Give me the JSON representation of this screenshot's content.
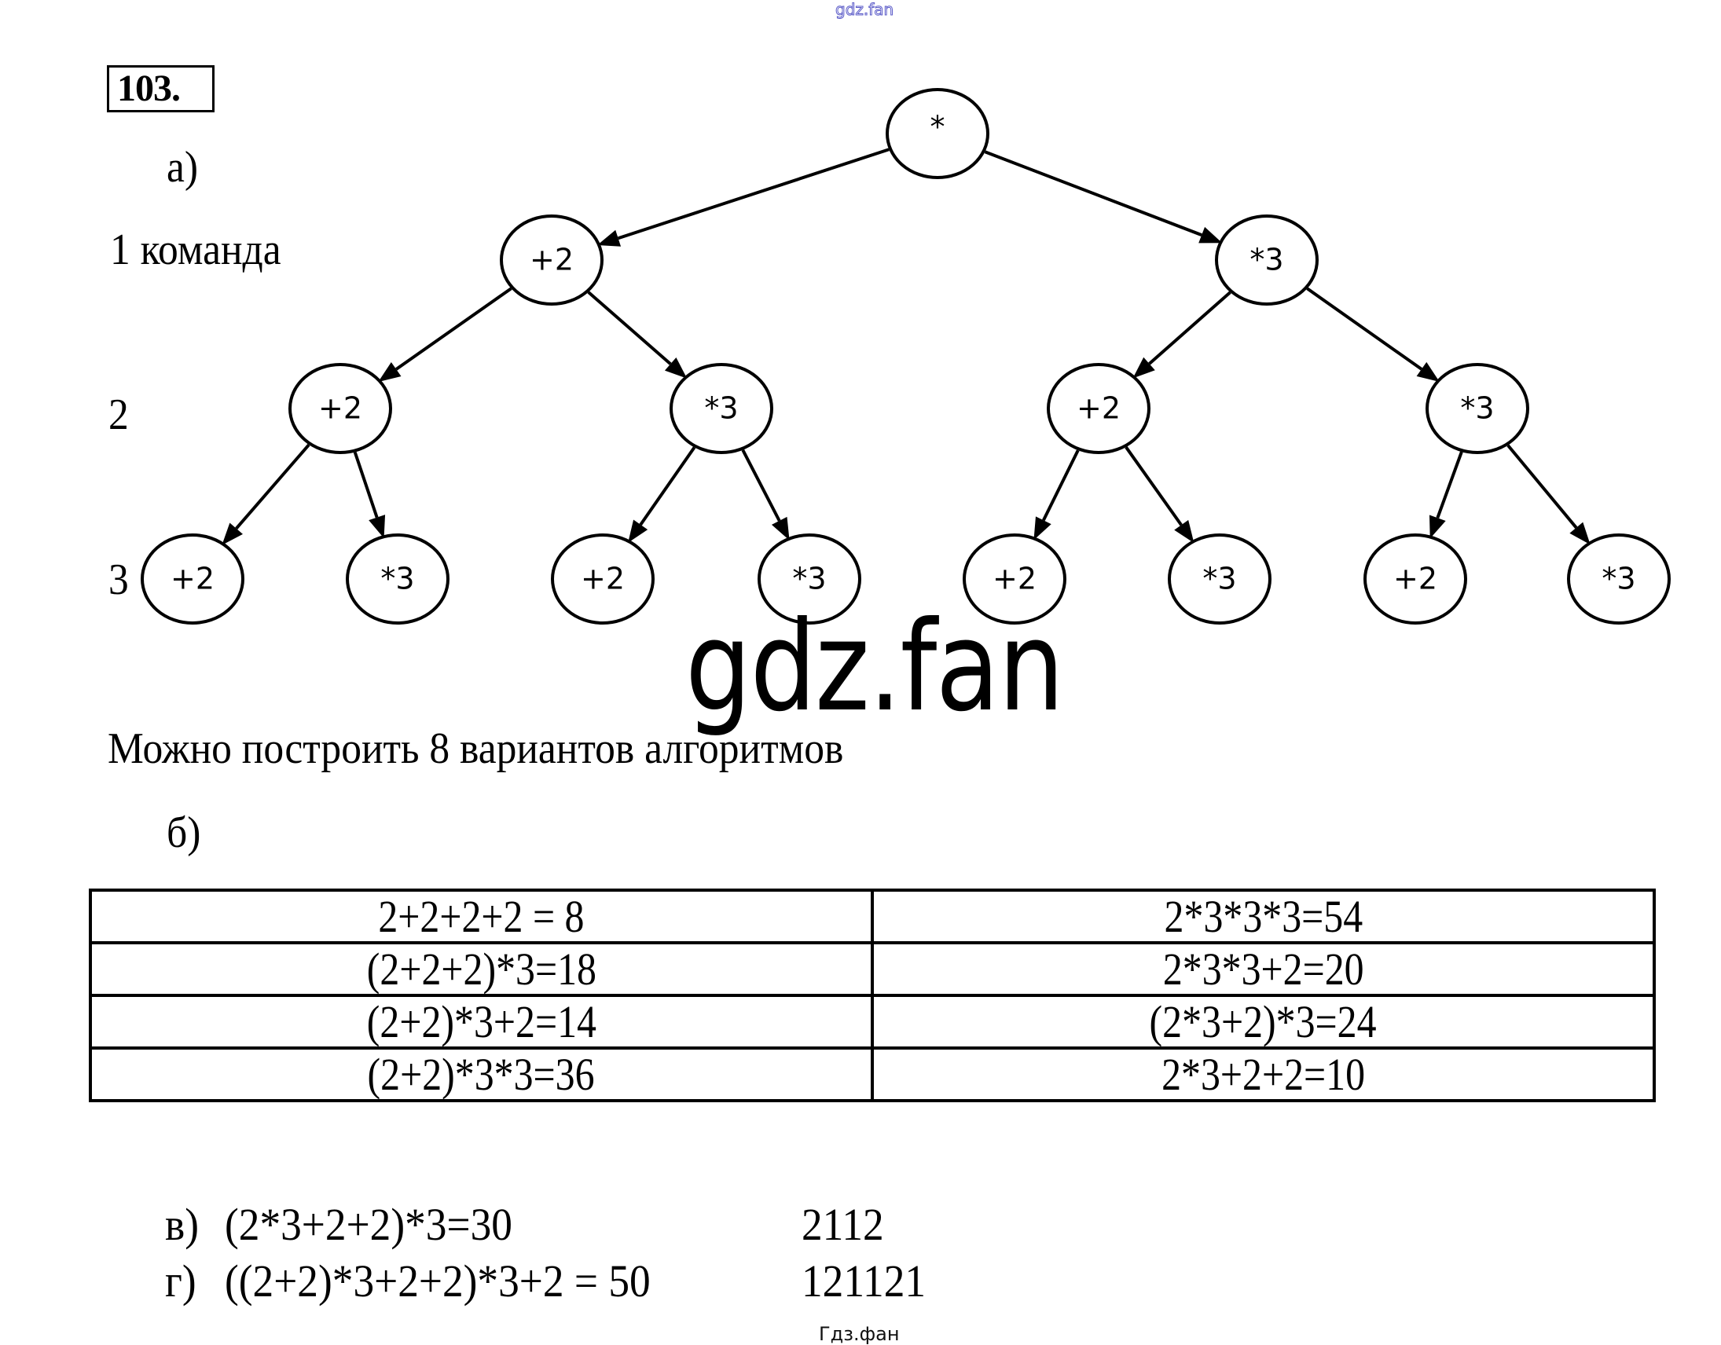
{
  "watermarks": {
    "top": "gdz.fan",
    "center": "gdz.fan",
    "footer": "Гдз.фан"
  },
  "problem": {
    "number": "103."
  },
  "part_a": {
    "label": "а)",
    "level_labels": [
      "1 команда",
      "2",
      "3"
    ],
    "tree": {
      "root": "*",
      "level1": [
        "+2",
        "*3"
      ],
      "level2": [
        "+2",
        "*3",
        "+2",
        "*3"
      ],
      "level3": [
        "+2",
        "*3",
        "+2",
        "*3",
        "+2",
        "*3",
        "+2",
        "*3"
      ]
    },
    "conclusion": "Можно построить 8 вариантов алгоритмов"
  },
  "part_b": {
    "label": "б)",
    "table": {
      "rows": [
        [
          "2+2+2+2 = 8",
          "2*3*3*3=54"
        ],
        [
          "(2+2+2)*3=18",
          "2*3*3+2=20"
        ],
        [
          "(2+2)*3+2=14",
          "(2*3+2)*3=24"
        ],
        [
          "(2+2)*3*3=36",
          "2*3+2+2=10"
        ]
      ]
    }
  },
  "part_c": {
    "label": "в)",
    "expression": "(2*3+2+2)*3=30",
    "program": "2112"
  },
  "part_d": {
    "label": "г)",
    "expression": "((2+2)*3+2+2)*3+2 = 50",
    "program": "121121"
  }
}
